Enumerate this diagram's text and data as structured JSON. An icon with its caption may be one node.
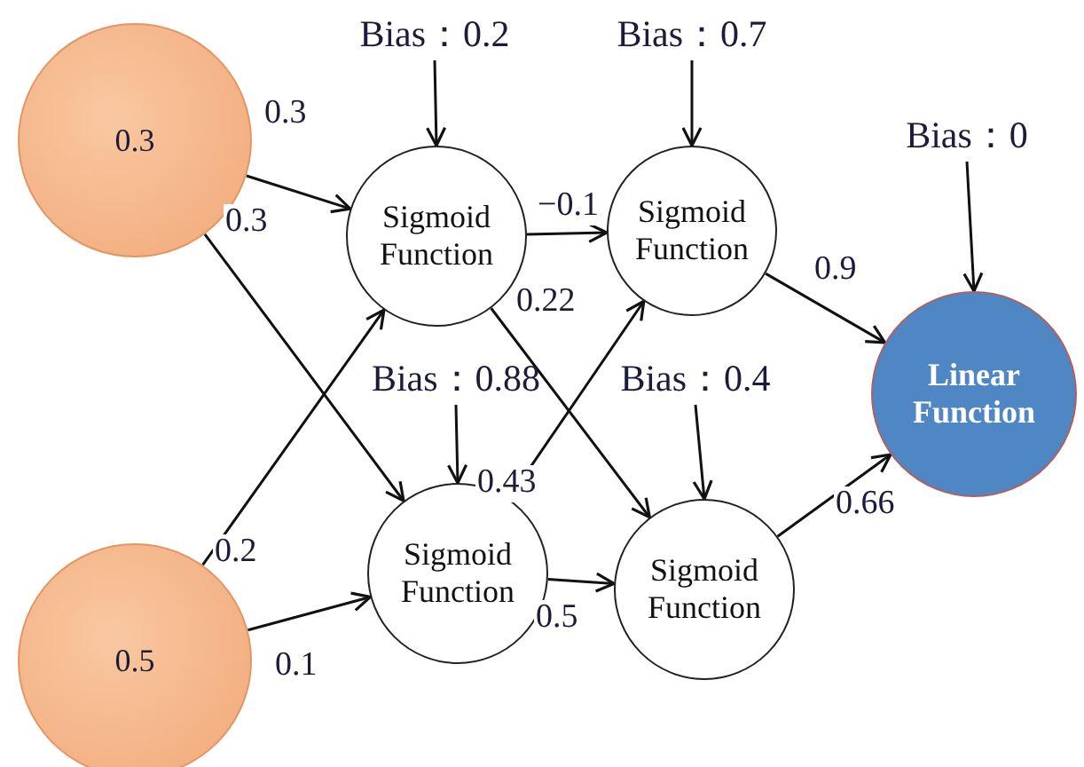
{
  "diagram": {
    "nodes": [
      {
        "text": [
          "0.3"
        ]
      },
      {
        "text": [
          "0.5"
        ]
      },
      {
        "text": [
          "Bias：0.2"
        ]
      },
      {
        "text": [
          "Sigmoid Function"
        ]
      },
      {
        "text": [
          "Bias：0.88"
        ]
      },
      {
        "text": [
          "Sigmoid Function"
        ]
      },
      {
        "text": [
          "Bias：0.7"
        ]
      },
      {
        "text": [
          "Sigmoid Function"
        ]
      },
      {
        "text": [
          "Bias：0.4"
        ]
      },
      {
        "text": [
          "Sigmoid Function"
        ]
      },
      {
        "text": [
          "Bias：0"
        ]
      },
      {
        "text": [
          "Linear Function"
        ]
      }
    ],
    "edges": [
      {
        "from": 0,
        "to": 3,
        "arrow": "to",
        "label": "0.3"
      },
      {
        "from": 0,
        "to": 5,
        "arrow": "to",
        "label": "0.3"
      },
      {
        "from": 1,
        "to": 3,
        "arrow": "to",
        "label": "0.2"
      },
      {
        "from": 1,
        "to": 5,
        "arrow": "to",
        "label": "0.1"
      },
      {
        "from": 3,
        "to": 7,
        "arrow": "to",
        "label": "−0.1"
      },
      {
        "from": 3,
        "to": 9,
        "arrow": "to",
        "label": "0.22"
      },
      {
        "from": 5,
        "to": 7,
        "arrow": "to",
        "label": "0.43"
      },
      {
        "from": 5,
        "to": 9,
        "arrow": "to",
        "label": "0.5"
      },
      {
        "from": 7,
        "to": 11,
        "arrow": "to",
        "label": "0.9"
      },
      {
        "from": 9,
        "to": 11,
        "arrow": "to",
        "label": "0.66"
      },
      {
        "from": 2,
        "to": 3,
        "arrow": "to"
      },
      {
        "from": 4,
        "to": 5,
        "arrow": "to"
      },
      {
        "from": 6,
        "to": 7,
        "arrow": "to"
      },
      {
        "from": 8,
        "to": 9,
        "arrow": "to"
      },
      {
        "from": 10,
        "to": 11,
        "arrow": "to"
      }
    ]
  }
}
